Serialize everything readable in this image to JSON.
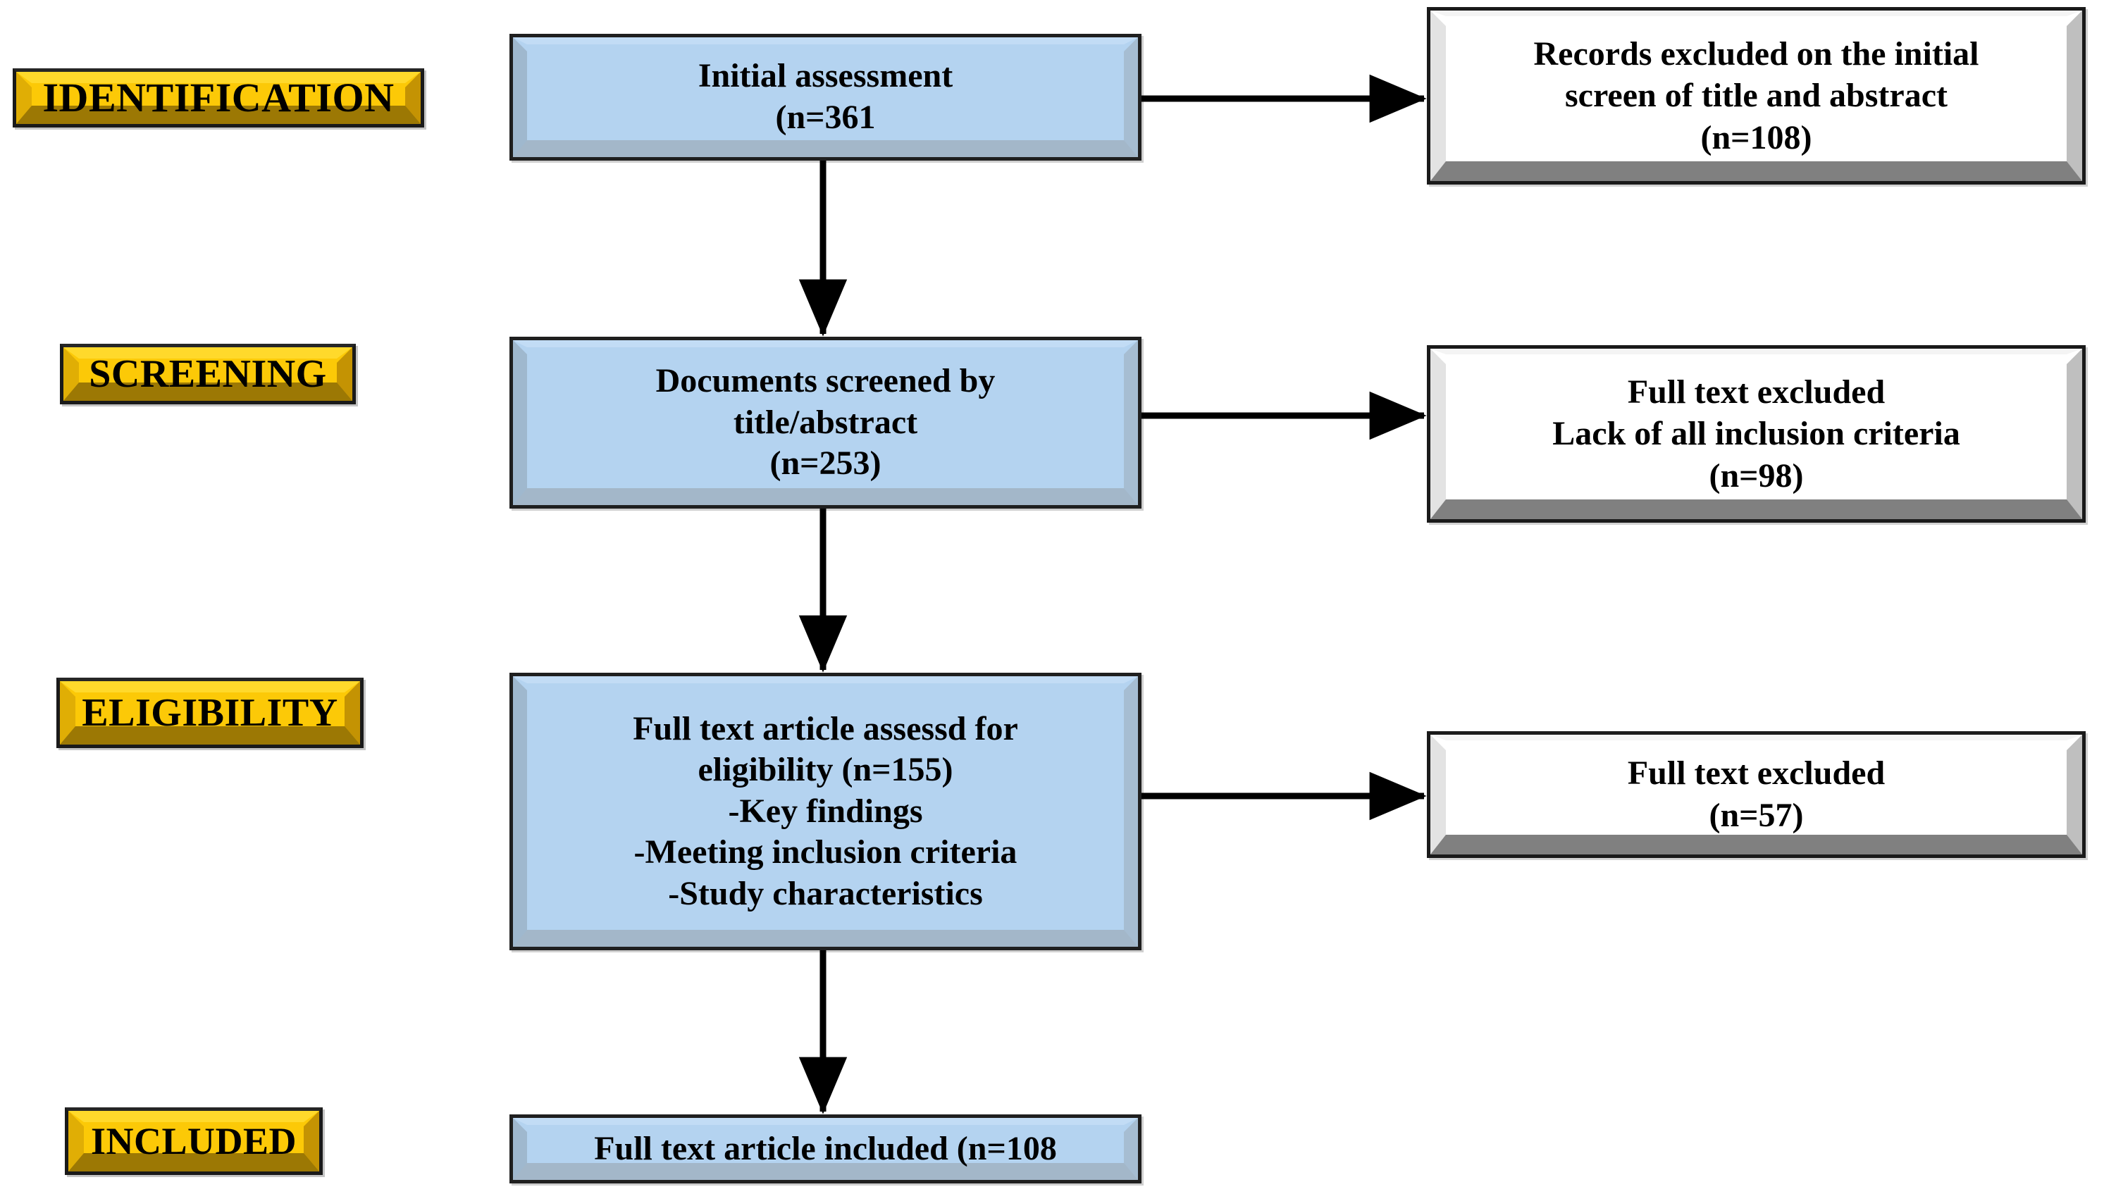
{
  "diagram": {
    "title": "PRISMA study selection flow diagram",
    "colors": {
      "stage_label_fill": "#fcc907",
      "stage_label_bevel_dark": "#9c7804",
      "process_box_fill": "#b4d3f0",
      "process_box_bevel": "#a3b7c9",
      "exclusion_box_fill": "#ffffff",
      "exclusion_box_bevel": "#808080",
      "border": "#1a1a1a",
      "arrow": "#000000",
      "text": "#000000"
    },
    "stages": [
      {
        "id": "identification",
        "label": "IDENTIFICATION"
      },
      {
        "id": "screening",
        "label": "SCREENING"
      },
      {
        "id": "eligibility",
        "label": "ELIGIBILITY"
      },
      {
        "id": "included",
        "label": "INCLUDED"
      }
    ],
    "process_boxes": [
      {
        "id": "initial-assessment",
        "lines": [
          "Initial assessment",
          "(n=361"
        ],
        "count": 361
      },
      {
        "id": "documents-screened",
        "lines": [
          "Documents screened by",
          "title/abstract",
          "(n=253)"
        ],
        "count": 253
      },
      {
        "id": "full-text-assessed",
        "lines": [
          "Full text article assessd for",
          "eligibility (n=155)",
          "-Key findings",
          "-Meeting inclusion criteria",
          "-Study characteristics"
        ],
        "count": 155
      },
      {
        "id": "full-text-included",
        "lines": [
          "Full text article included (n=108"
        ],
        "count": 108
      }
    ],
    "exclusion_boxes": [
      {
        "id": "records-excluded-initial",
        "lines": [
          "Records excluded on the initial",
          "screen of title and abstract",
          "(n=108)"
        ],
        "count": 108
      },
      {
        "id": "full-text-excluded-criteria",
        "lines": [
          "Full text excluded",
          "Lack of all inclusion criteria",
          "(n=98)"
        ],
        "count": 98
      },
      {
        "id": "full-text-excluded",
        "lines": [
          "Full text excluded",
          "(n=57)"
        ],
        "count": 57
      }
    ],
    "arrows": [
      {
        "id": "arrow-initial-to-excluded",
        "direction": "right"
      },
      {
        "id": "arrow-initial-to-screened",
        "direction": "down"
      },
      {
        "id": "arrow-screened-to-excluded",
        "direction": "right"
      },
      {
        "id": "arrow-screened-to-eligibility",
        "direction": "down"
      },
      {
        "id": "arrow-eligibility-to-excluded",
        "direction": "right"
      },
      {
        "id": "arrow-eligibility-to-included",
        "direction": "down"
      }
    ]
  }
}
